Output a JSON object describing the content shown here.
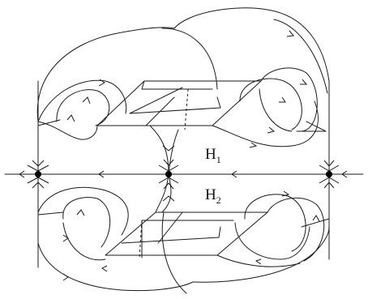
{
  "labels": {
    "upper_region": {
      "letter": "H",
      "subscript": "1"
    },
    "lower_region": {
      "letter": "H",
      "subscript": "2"
    }
  },
  "colors": {
    "ink": "#1a1a1a",
    "background": "#ffffff"
  }
}
